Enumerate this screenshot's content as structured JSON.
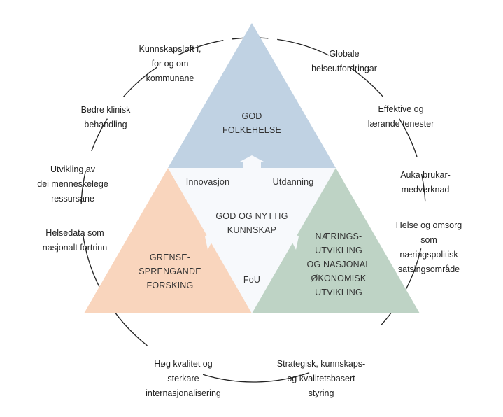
{
  "colors": {
    "top_triangle": "#c0d2e3",
    "left_triangle": "#f9d5bd",
    "right_triangle": "#bed3c5",
    "center_triangle": "#f7f9fc",
    "circle_stroke": "#222222"
  },
  "triangles": {
    "top": {
      "label": "GOD\nFOLKEHELSE"
    },
    "left": {
      "label": "GRENSE-\nSPRENGANDE\nFORSKING"
    },
    "right": {
      "label": "NÆRINGS-\nUTVIKLING\nOG NASJONAL\nØKONOMISK\nUTVIKLING"
    },
    "center": {
      "label": "GOD OG NYTTIG\nKUNNSKAP",
      "corner_labels": [
        "Innovasjon",
        "Utdanning",
        "FoU"
      ]
    }
  },
  "arrows": [
    "arrow-up-icon",
    "arrow-left-icon",
    "arrow-right-icon"
  ],
  "circle_labels": [
    "Kunnskapsløft i,\nfor og om\nkommunane",
    "Globale\nhelseutfordringar",
    "Effektive og\nlærande tenester",
    "Auka brukar-\nmedverknad",
    "Helse og omsorg\nsom næringspolitisk\nsatsingsområde",
    "Strategisk, kunnskaps-\nog kvalitetsbasert\nstyring",
    "Høg kvalitet og\nsterkare\ninternasjonalisering",
    "Helsedata som\nnasjonalt fortrinn",
    "Utvikling av\ndei menneskelege\nressursane",
    "Bedre klinisk\nbehandling"
  ]
}
